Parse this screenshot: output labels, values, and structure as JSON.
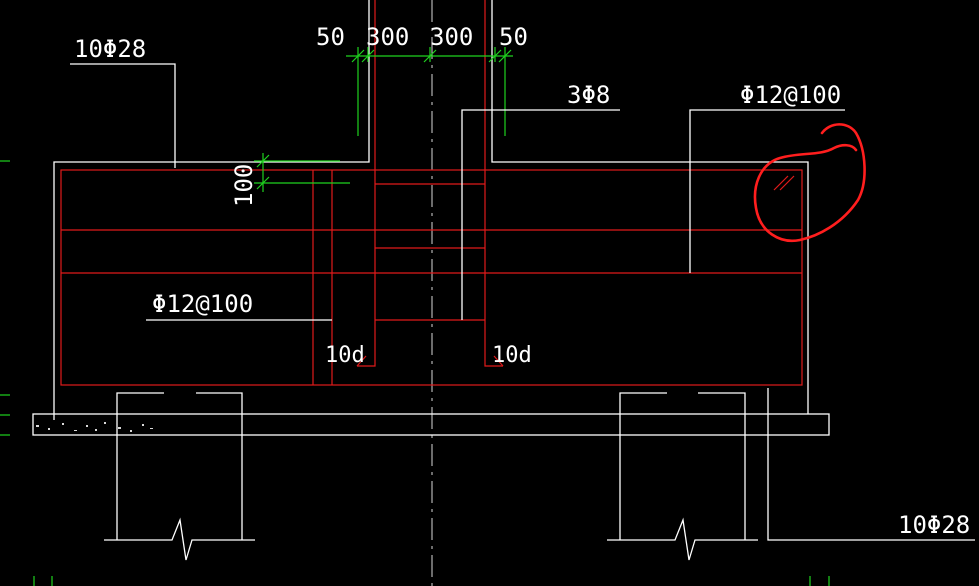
{
  "drawing": {
    "background_color": "#000000",
    "outline_color": "#ffffff",
    "rebar_color": "#e01a1a",
    "dimension_color": "#1fd21f",
    "markup_color": "#ff1e1e",
    "labels": {
      "top_rebar": "10Φ28",
      "bottom_rebar": "10Φ28",
      "tie_rebar_main": "3Φ8",
      "stirrup_right": "Φ12@100",
      "stirrup_left": "Φ12@100",
      "anchorage_left": "10d",
      "anchorage_right": "10d"
    },
    "dimensions": {
      "top": [
        "50",
        "300",
        "300",
        "50"
      ],
      "side": "100"
    }
  }
}
